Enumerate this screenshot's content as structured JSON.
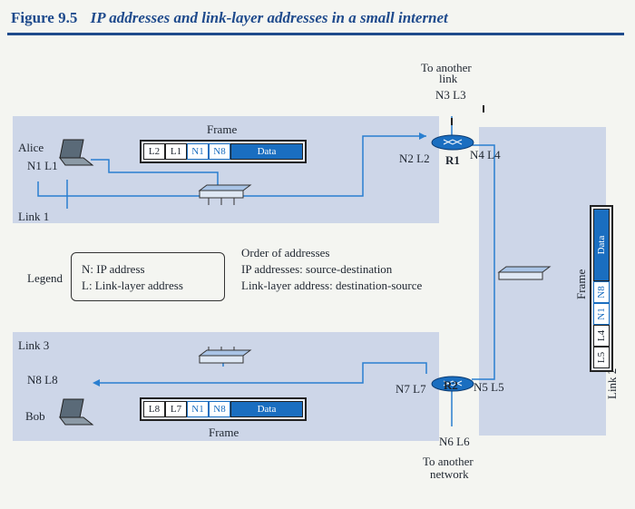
{
  "figure": {
    "number": "Figure 9.5",
    "caption": "IP addresses and link-layer addresses in a small internet"
  },
  "links": {
    "link1": "Link 1",
    "link2": "Link 2",
    "link3": "Link 3"
  },
  "hosts": {
    "alice": {
      "name": "Alice",
      "addr": "N1 L1"
    },
    "bob": {
      "name": "Bob",
      "addr": "N8 L8"
    }
  },
  "routers": {
    "r1": {
      "name": "R1",
      "left_addr": "N2 L2",
      "right_addr": "N4 L4"
    },
    "r2": {
      "name": "R2",
      "left_addr": "N7 L7",
      "right_addr": "N5 L5"
    }
  },
  "other": {
    "to_link": [
      "To another",
      "link"
    ],
    "to_link_addr": "N3 L3",
    "to_network": [
      "To another",
      "network"
    ],
    "to_network_addr": "N6 L6"
  },
  "frames": {
    "link1": {
      "label": "Frame",
      "cells": [
        "L2",
        "L1",
        "N1",
        "N8",
        "Data"
      ]
    },
    "link2": {
      "label": "Frame",
      "cells": [
        "L5",
        "L4",
        "N1",
        "N8",
        "Data"
      ]
    },
    "link3": {
      "label": "Frame",
      "cells": [
        "L8",
        "L7",
        "N1",
        "N8",
        "Data"
      ]
    }
  },
  "legend": {
    "title": "Legend",
    "lines": [
      "N: IP address",
      "L: Link-layer address"
    ]
  },
  "order": {
    "title": "Order of addresses",
    "lines": [
      "IP addresses: source-destination",
      "Link-layer address: destination-source"
    ]
  },
  "colors": {
    "title": "#1e4a8c",
    "band": "#cdd6e8",
    "wire": "#2a7fd0",
    "data": "#1a6ec0"
  }
}
